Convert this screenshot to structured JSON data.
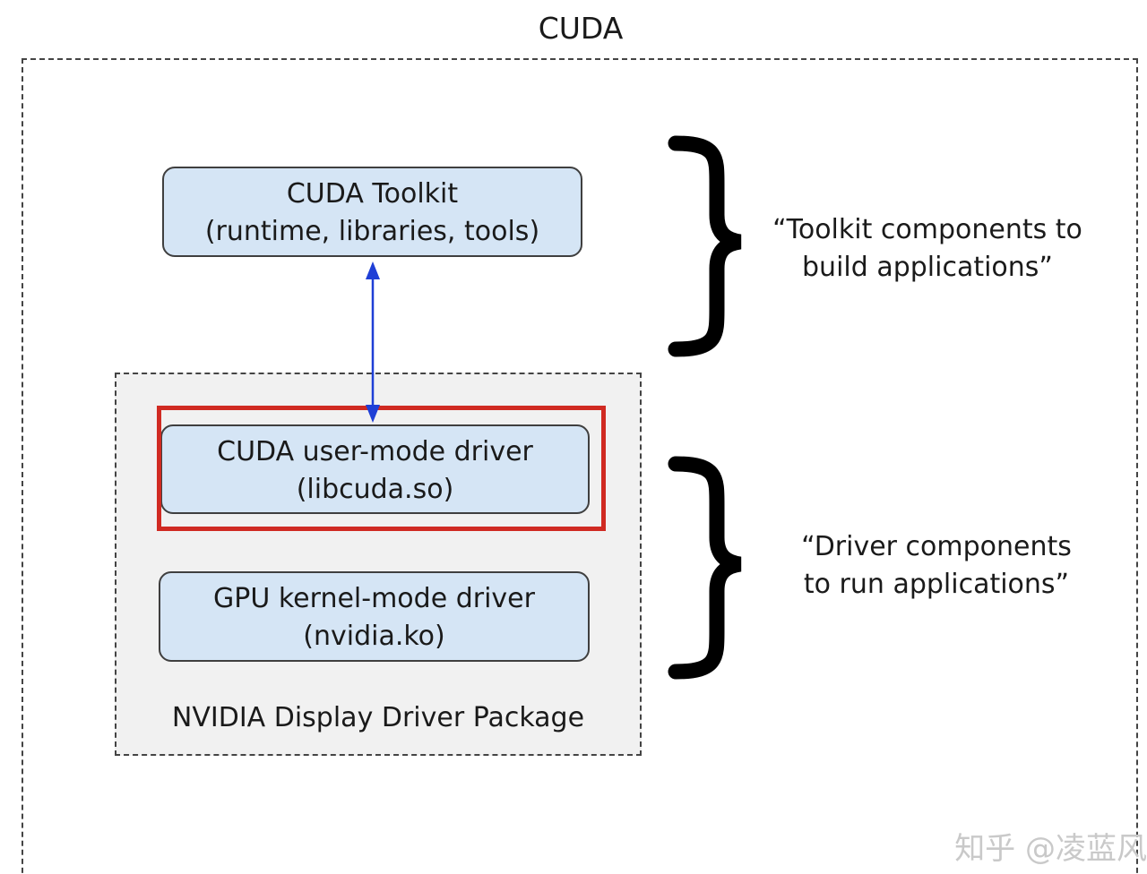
{
  "title": "CUDA",
  "toolkit_box": {
    "line1": "CUDA Toolkit",
    "line2": "(runtime, libraries, tools)"
  },
  "usermode_box": {
    "line1": "CUDA user-mode driver",
    "line2": "(libcuda.so)"
  },
  "kernel_box": {
    "line1": "GPU kernel-mode driver",
    "line2": "(nvidia.ko)"
  },
  "package_label": "NVIDIA Display Driver Package",
  "toolkit_quote": {
    "line1": "“Toolkit components to",
    "line2": "build applications”"
  },
  "driver_quote": {
    "line1": "“Driver components",
    "line2": "to run applications”"
  },
  "watermark": "知乎 @凌蓝风",
  "colors": {
    "box_fill": "#d5e5f5",
    "highlight": "#d02a22",
    "arrow": "#1f3fd6"
  }
}
